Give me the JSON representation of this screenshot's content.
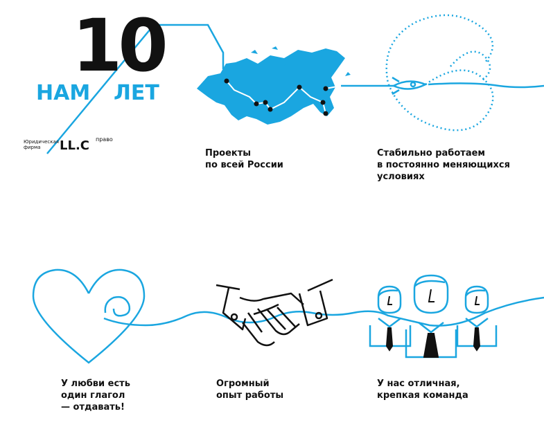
{
  "colors": {
    "accent": "#1aa6e0",
    "ink": "#111111"
  },
  "logo": {
    "number": "10",
    "word_left": "НАМ",
    "word_right": "ЛЕТ",
    "firm_caption": "Юридическая\nфирма",
    "brand": "LL.C",
    "brand_sup": "право"
  },
  "captions": {
    "projects": "Проекты\nпо всей России",
    "stable": "Стабильно работаем\nв постоянно меняющихся\nусловиях",
    "love": "У любви есть\nодин глагол\n— отдавать!",
    "experience": "Огромный\nопыт работы",
    "team": "У нас отличная,\nкрепкая команда"
  },
  "icons": [
    "russia-map-icon",
    "rocket-icon",
    "heart-icon",
    "handshake-icon",
    "team-icon"
  ]
}
